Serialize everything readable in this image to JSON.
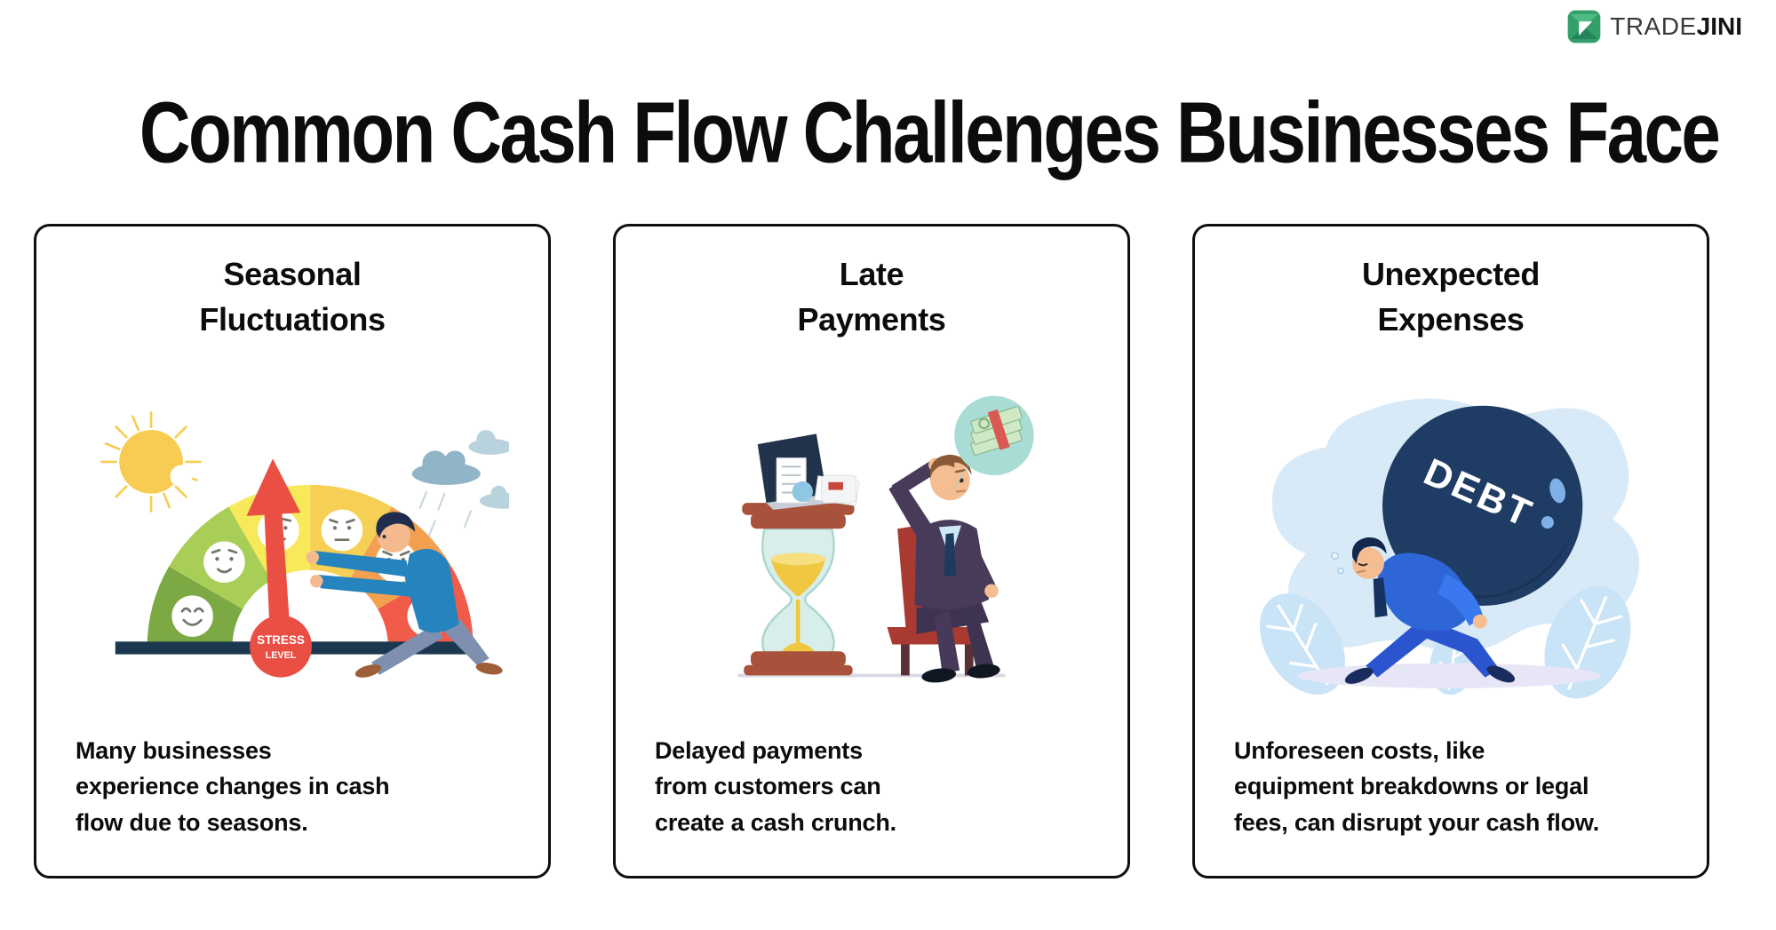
{
  "brand": {
    "name_light": "TRADE",
    "name_bold": "JINI",
    "logo_green": "#33A06A"
  },
  "title": "Common Cash Flow Challenges Businesses Face",
  "cards": [
    {
      "heading": "Seasonal\nFluctuations",
      "description": "Many businesses\nexperience changes in cash\nflow due to seasons.",
      "illustration": "stress-level-meter-with-man-pushing-arrow"
    },
    {
      "heading": "Late\nPayments",
      "description": "Delayed payments\nfrom customers can\ncreate a cash crunch.",
      "illustration": "man-waiting-beside-hourglass-thinking-of-money"
    },
    {
      "heading": "Unexpected\nExpenses",
      "description": "Unforeseen costs, like\nequipment breakdowns or legal\nfees, can disrupt your cash flow.",
      "illustration": "man-carrying-heavy-debt-ball"
    }
  ],
  "illustration_labels": {
    "stress_top": "STRESS",
    "stress_bottom": "LEVEL",
    "debt": "DEBT"
  },
  "colors": {
    "card_border": "#0f0f0f",
    "stress_red": "#EA4F44",
    "gauge_greens": [
      "#7CA944",
      "#A9CE58"
    ],
    "gauge_yellow": "#F7E959",
    "gauge_amber": "#F6CF55",
    "gauge_orange": "#F2A04F",
    "gauge_red": "#F15B4A",
    "debt_navy": "#1F3C64",
    "suit_purple": "#483A59",
    "hourglass_wood": "#A8513B",
    "sand_yellow": "#EFC741",
    "bubble_teal": "#A9DCD5",
    "blob_blue": "#D8EAF8"
  }
}
